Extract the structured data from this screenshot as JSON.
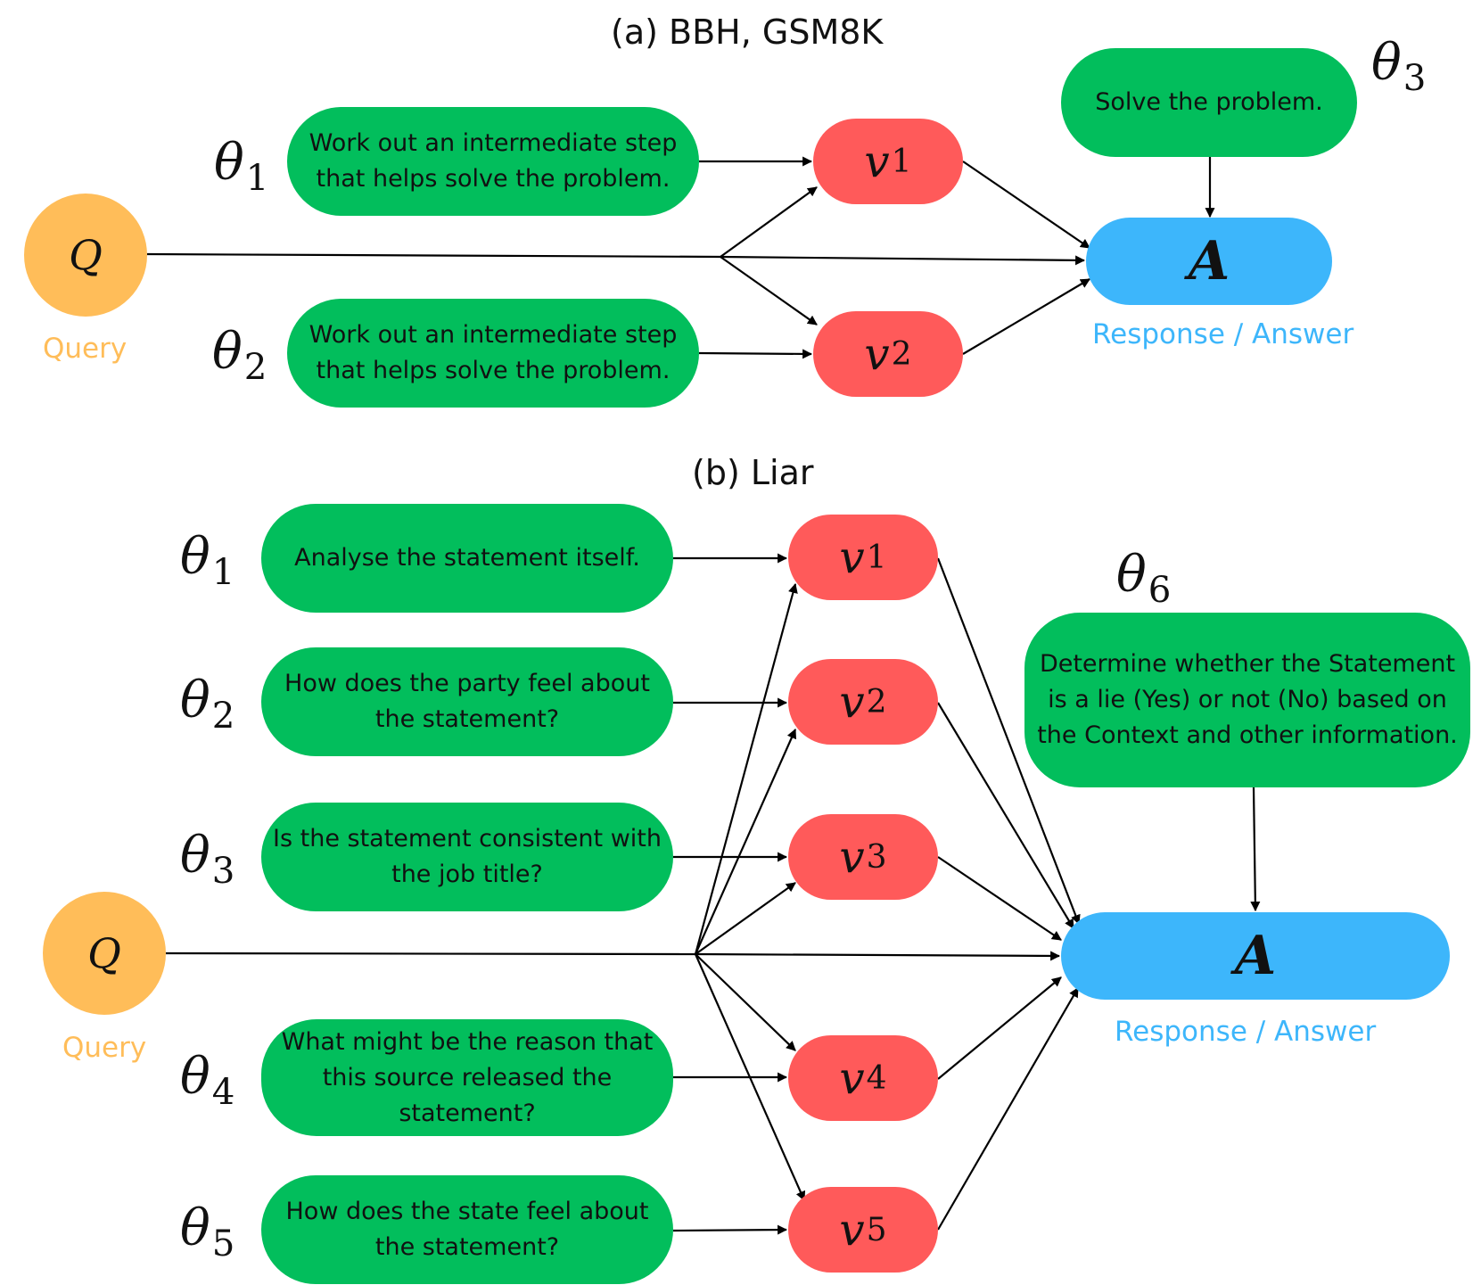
{
  "panel_a": {
    "title": "(a) BBH, GSM8K",
    "query": {
      "symbol": "Q",
      "caption": "Query"
    },
    "answer": {
      "symbol": "A",
      "caption": "Response / Answer"
    },
    "thetas": [
      {
        "symbol": "θ",
        "index": "1"
      },
      {
        "symbol": "θ",
        "index": "2"
      },
      {
        "symbol": "θ",
        "index": "3"
      }
    ],
    "prompts": [
      "Work out an intermediate step\nthat helps solve the problem.",
      "Work out an intermediate step\nthat helps solve the problem.",
      "Solve the problem."
    ],
    "variables": [
      {
        "symbol": "v",
        "index": "1"
      },
      {
        "symbol": "v",
        "index": "2"
      }
    ]
  },
  "panel_b": {
    "title": "(b) Liar",
    "query": {
      "symbol": "Q",
      "caption": "Query"
    },
    "answer": {
      "symbol": "A",
      "caption": "Response / Answer"
    },
    "thetas": [
      {
        "symbol": "θ",
        "index": "1"
      },
      {
        "symbol": "θ",
        "index": "2"
      },
      {
        "symbol": "θ",
        "index": "3"
      },
      {
        "symbol": "θ",
        "index": "4"
      },
      {
        "symbol": "θ",
        "index": "5"
      },
      {
        "symbol": "θ",
        "index": "6"
      }
    ],
    "prompts": [
      "Analyse the statement itself.",
      "How does the party feel about\nthe statement?",
      "Is the statement consistent with\nthe job title?",
      "What might be the reason that\nthis source released the\nstatement?",
      "How does the state feel about\nthe statement?",
      "Determine whether the Statement\nis a lie (Yes) or not (No) based on\nthe Context and other information."
    ],
    "variables": [
      {
        "symbol": "v",
        "index": "1"
      },
      {
        "symbol": "v",
        "index": "2"
      },
      {
        "symbol": "v",
        "index": "3"
      },
      {
        "symbol": "v",
        "index": "4"
      },
      {
        "symbol": "v",
        "index": "5"
      }
    ]
  },
  "colors": {
    "prompt": "#02be5c",
    "variable": "#ff5a5a",
    "answer": "#3db6fb",
    "query": "#ffbd59",
    "edge": "#000000"
  }
}
